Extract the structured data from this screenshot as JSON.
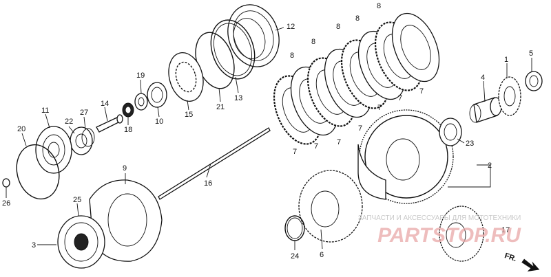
{
  "callouts": [
    "1",
    "2",
    "3",
    "4",
    "5",
    "6",
    "7",
    "8",
    "9",
    "10",
    "11",
    "12",
    "13",
    "14",
    "15",
    "16",
    "17",
    "18",
    "19",
    "20",
    "21",
    "22",
    "23",
    "24",
    "25",
    "26",
    "27"
  ],
  "direction_label": "FR.",
  "watermark": {
    "caption": "ЗАПЧАСТИ И АКСЕССУАРЫ ДЛЯ МОТОТЕХНИКИ",
    "brand": "PARTSTOP.RU",
    "brand_color": "#e9a8a8",
    "caption_color": "#c9c9c9"
  }
}
